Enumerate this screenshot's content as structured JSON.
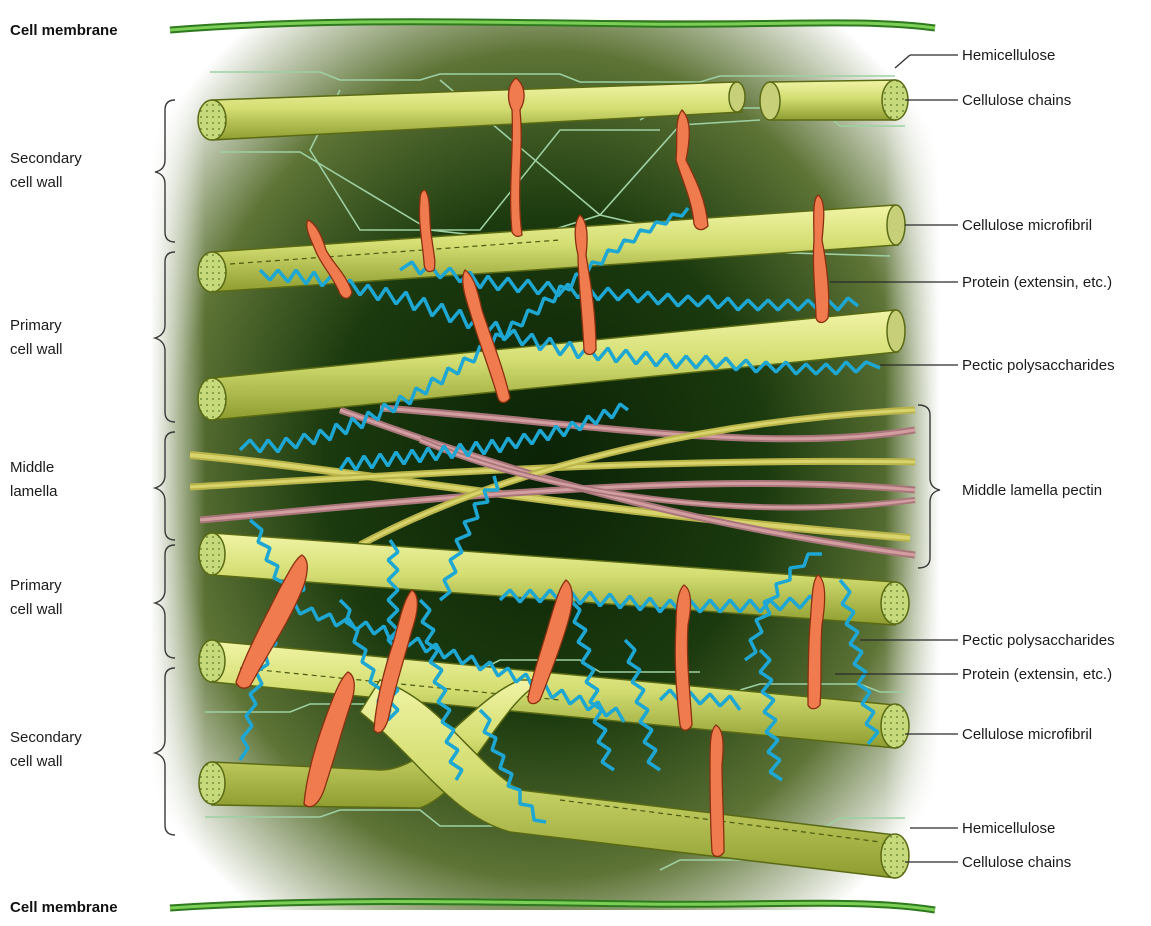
{
  "membrane": {
    "top_label": "Cell membrane",
    "bottom_label": "Cell membrane"
  },
  "left_labels": {
    "secondary_top": [
      "Secondary",
      "cell wall"
    ],
    "primary_top": [
      "Primary",
      "cell wall"
    ],
    "middle": [
      "Middle",
      "lamella"
    ],
    "primary_bottom": [
      "Primary",
      "cell wall"
    ],
    "secondary_bottom": [
      "Secondary",
      "cell wall"
    ]
  },
  "right_labels": {
    "hemicellulose_top": "Hemicellulose",
    "cellulose_chains_top": "Cellulose chains",
    "cellulose_microfibril_top": "Cellulose microfibril",
    "protein_top": "Protein (extensin, etc.)",
    "pectic_top": "Pectic polysaccharides",
    "middle_lamella_pectin": "Middle lamella pectin",
    "pectic_bottom": "Pectic polysaccharides",
    "protein_bottom": "Protein (extensin, etc.)",
    "cellulose_microfibril_bottom": "Cellulose microfibril",
    "hemicellulose_bottom": "Hemicellulose",
    "cellulose_chains_bottom": "Cellulose chains"
  },
  "colors": {
    "background_dark": "#0f2a08",
    "background_mid": "#4f6a2c",
    "microfibril": "#d8e07a",
    "microfibril_shade": "#9aa838",
    "microfibril_end": "#c7d97a",
    "protein": "#ee7a4e",
    "pectin": "#1aa3cc",
    "lamella_pink": "#c98a8e",
    "lamella_yellow": "#cfc95a",
    "membrane": "#5cae3a",
    "hemicellulose_line": "#8fc79a"
  }
}
